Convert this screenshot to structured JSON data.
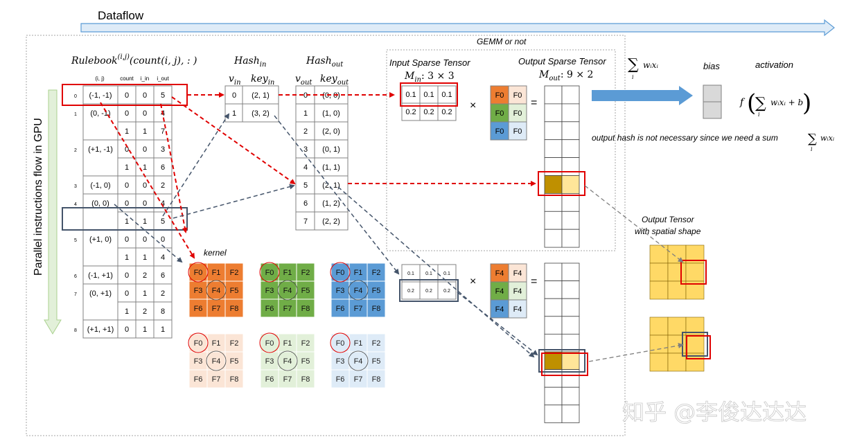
{
  "labels": {
    "dataflow": "Dataflow",
    "gemm": "GEMM or not",
    "parallel": "Parallel instructions flow in GPU",
    "rulebook_base": "Rulebook",
    "rulebook_sup": "(i,j)",
    "rulebook_args": "(count(i, j), : )",
    "hash_in": "Hash",
    "hash_in_sub": "in",
    "hash_out": "Hash",
    "hash_out_sub": "out",
    "v_in": "v",
    "v_in_sub": "in",
    "key_in": "key",
    "key_in_sub": "in",
    "v_out": "v",
    "v_out_sub": "out",
    "key_out": "key",
    "key_out_sub": "out",
    "input_sparse": "Input Sparse Tensor",
    "output_sparse": "Output Sparse Tensor",
    "m_in": "M",
    "m_in_sub": "in",
    "m_in_dims": ": 3 × 3",
    "m_out": "M",
    "m_out_sub": "out",
    "m_out_dims": ": 9 × 2",
    "kernel": "kernel",
    "times1": "×",
    "times2": "×",
    "equals1": "=",
    "equals2": "=",
    "bias": "bias",
    "activation": "activation",
    "sum_wx": "∑ wᵢxᵢ",
    "sum_sub": "i",
    "activation_formula": "f( ∑ wᵢxᵢ + b )",
    "output_hash_note": "output hash is not necessary since we need a sum",
    "note_sum": "∑ wᵢxᵢ",
    "output_tensor_l1": "Output Tensor",
    "output_tensor_l2": "with spatial shape",
    "watermark": "知乎 @李俊达达达"
  },
  "rulebook": {
    "headers": [
      "(i, j)",
      "count",
      "i_in",
      "i_out"
    ],
    "rows": [
      {
        "idx": "0",
        "ij": "(-1, -1)",
        "count": "0",
        "i_in": "0",
        "i_out": "5"
      },
      {
        "idx": "1",
        "ij": "(0, -1)",
        "count": "0",
        "i_in": "0",
        "i_out": "4"
      },
      {
        "idx": "",
        "ij": "",
        "count": "1",
        "i_in": "1",
        "i_out": "7"
      },
      {
        "idx": "2",
        "ij": "(+1, -1)",
        "count": "0",
        "i_in": "0",
        "i_out": "3"
      },
      {
        "idx": "",
        "ij": "",
        "count": "1",
        "i_in": "1",
        "i_out": "6"
      },
      {
        "idx": "3",
        "ij": "(-1, 0)",
        "count": "0",
        "i_in": "0",
        "i_out": "2"
      },
      {
        "idx": "4",
        "ij": "(0, 0)",
        "count": "0",
        "i_in": "0",
        "i_out": "4"
      },
      {
        "idx": "",
        "ij": "",
        "count": "1",
        "i_in": "1",
        "i_out": "5"
      },
      {
        "idx": "5",
        "ij": "(+1, 0)",
        "count": "0",
        "i_in": "0",
        "i_out": "0"
      },
      {
        "idx": "",
        "ij": "",
        "count": "1",
        "i_in": "1",
        "i_out": "4"
      },
      {
        "idx": "6",
        "ij": "(-1, +1)",
        "count": "0",
        "i_in": "2",
        "i_out": "6"
      },
      {
        "idx": "7",
        "ij": "(0, +1)",
        "count": "0",
        "i_in": "1",
        "i_out": "2"
      },
      {
        "idx": "",
        "ij": "",
        "count": "1",
        "i_in": "2",
        "i_out": "8"
      },
      {
        "idx": "8",
        "ij": "(+1, +1)",
        "count": "0",
        "i_in": "1",
        "i_out": "1"
      }
    ]
  },
  "hash_in": [
    {
      "v": "0",
      "key": "(2, 1)"
    },
    {
      "v": "1",
      "key": "(3, 2)"
    }
  ],
  "hash_out": [
    {
      "v": "0",
      "key": "(0, 0)"
    },
    {
      "v": "1",
      "key": "(1, 0)"
    },
    {
      "v": "2",
      "key": "(2, 0)"
    },
    {
      "v": "3",
      "key": "(0, 1)"
    },
    {
      "v": "4",
      "key": "(1, 1)"
    },
    {
      "v": "5",
      "key": "(2, 1)"
    },
    {
      "v": "6",
      "key": "(1, 2)"
    },
    {
      "v": "7",
      "key": "(2, 2)"
    }
  ],
  "input_matrix": [
    [
      "0.1",
      "0.1",
      "0.1"
    ],
    [
      "0.2",
      "0.2",
      "0.2"
    ]
  ],
  "input_matrix_small": [
    [
      "0.1",
      "0.1",
      "0.1"
    ],
    [
      "0.2",
      "0.2",
      "0.2"
    ]
  ],
  "weights_top": [
    [
      "F0",
      "F0"
    ],
    [
      "F0",
      "F0"
    ],
    [
      "F0",
      "F0"
    ]
  ],
  "weights_bottom": [
    [
      "F4",
      "F4"
    ],
    [
      "F4",
      "F4"
    ],
    [
      "F4",
      "F4"
    ]
  ],
  "kernel_cells": [
    "F0",
    "F1",
    "F2",
    "F3",
    "F4",
    "F5",
    "F6",
    "F7",
    "F8"
  ],
  "colors": {
    "orange": "#ed7d31",
    "orange_light": "#fbe5d6",
    "green": "#70ad47",
    "green_light": "#e2f0d9",
    "blue": "#5b9bd5",
    "blue_light": "#deebf7",
    "gold": "#bf9000",
    "gold_light": "#ffe699",
    "yellow": "#ffd966",
    "bias_gray": "#d9d9d9",
    "red": "#e00000",
    "dash_blue": "#44546a",
    "arrow_blue": "#5b9bd5"
  }
}
